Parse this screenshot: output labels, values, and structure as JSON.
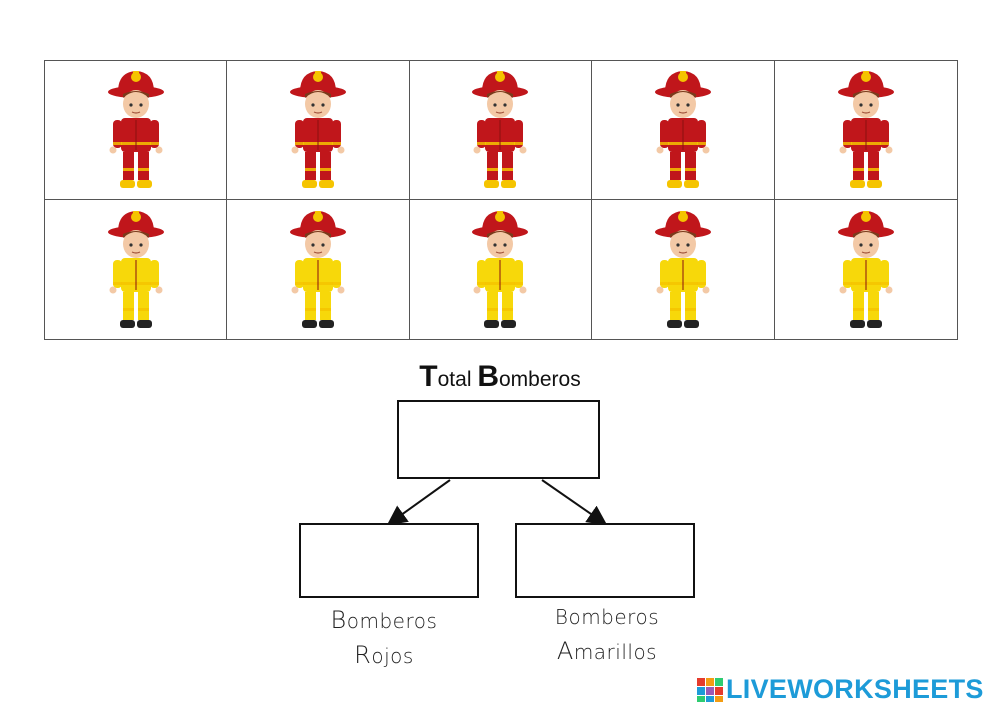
{
  "firefighters": {
    "rows": [
      {
        "name": "red-row",
        "suit_color": "#c0161b",
        "boot_color": "#f5c400",
        "count": 5
      },
      {
        "name": "yellow-row",
        "suit_color": "#f7d80a",
        "boot_color": "#222222",
        "count": 5
      }
    ],
    "helmet_color": "#c0161b",
    "badge_color": "#f5c400",
    "skin_color": "#f3c9a6",
    "hair_color": "#7a3b1c"
  },
  "diagram": {
    "title_cap1": "T",
    "title_rest1": "otal ",
    "title_cap2": "B",
    "title_rest2": "omberos",
    "left_label_line1_cap": "B",
    "left_label_line1_rest": "omberos",
    "left_label_line2_cap": "R",
    "left_label_line2_rest": "ojos",
    "right_label_line1": "Bomberos",
    "right_label_line2_cap": "A",
    "right_label_line2_rest": "marillos",
    "total_value": "",
    "red_value": "",
    "yellow_value": ""
  },
  "brand": {
    "name": "LIVEWORKSHEETS",
    "color": "#1d9bd8"
  }
}
